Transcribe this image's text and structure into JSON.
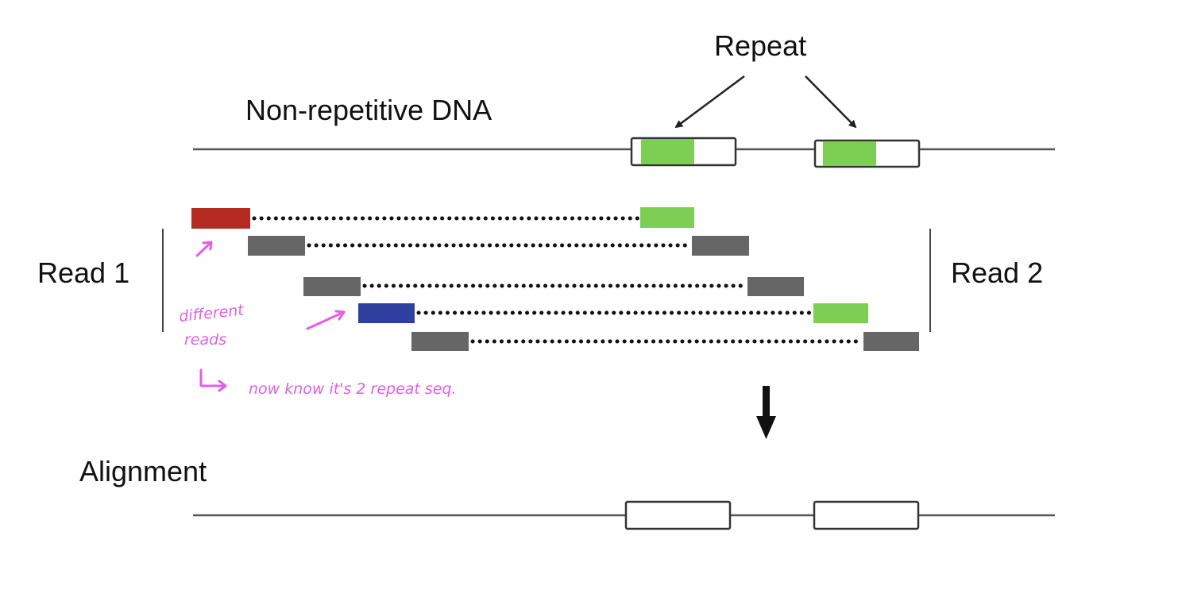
{
  "labels": {
    "repeat": "Repeat",
    "non_repetitive": "Non-repetitive DNA",
    "read1": "Read 1",
    "read2": "Read 2",
    "alignment": "Alignment"
  },
  "annotations": {
    "different_reads_line1": "different",
    "different_reads_line2": "reads",
    "conclusion": "now know it's 2 repeat seq."
  },
  "colors": {
    "line": "#555555",
    "green": "#7ccf52",
    "red": "#b52a20",
    "blue": "#2f3fa0",
    "gray": "#666666",
    "annotation": "#e45de4"
  }
}
